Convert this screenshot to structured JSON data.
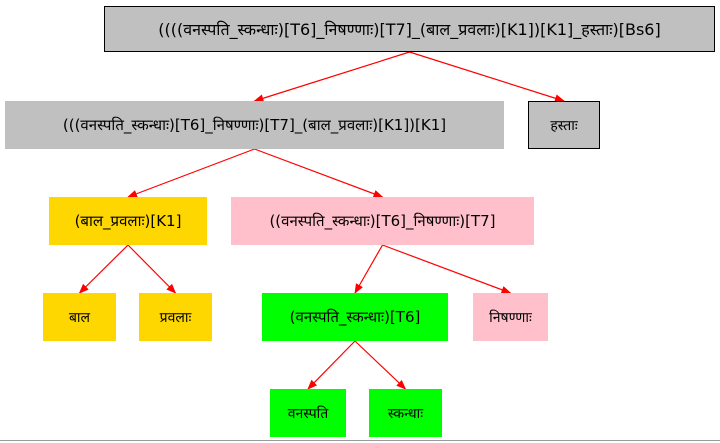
{
  "colors": {
    "edge": "#ff0000",
    "gray": "#c0c0c0",
    "gold": "#ffd700",
    "pink": "#ffc0cb",
    "green": "#00ff00",
    "border": "#000000"
  },
  "nodes": {
    "root": {
      "label": "((((वनस्पति_स्कन्धाः)[T6]_निषण्णाः)[T7]_(बाल_प्रवलाः)[K1])[K1]_हस्ताः)[Bs6]",
      "color": "gray"
    },
    "left_compound": {
      "label": "(((वनस्पति_स्कन्धाः)[T6]_निषण्णाः)[T7]_(बाल_प्रवलाः)[K1])[K1]",
      "color": "gray"
    },
    "hastah": {
      "label": "हस्ताः",
      "color": "gray"
    },
    "bala_pravala": {
      "label": "(बाल_प्रवलाः)[K1]",
      "color": "gold"
    },
    "t7_compound": {
      "label": "((वनस्पति_स्कन्धाः)[T6]_निषण्णाः)[T7]",
      "color": "pink"
    },
    "bala": {
      "label": "बाल",
      "color": "gold"
    },
    "pravalah": {
      "label": "प्रवलाः",
      "color": "gold"
    },
    "t6_compound": {
      "label": "(वनस्पति_स्कन्धाः)[T6]",
      "color": "green"
    },
    "nishannah": {
      "label": "निषण्णाः",
      "color": "pink"
    },
    "vanaspati": {
      "label": "वनस्पति",
      "color": "green"
    },
    "skandhah": {
      "label": "स्कन्धाः",
      "color": "green"
    }
  },
  "edges": [
    [
      "root",
      "left_compound"
    ],
    [
      "root",
      "hastah"
    ],
    [
      "left_compound",
      "bala_pravala"
    ],
    [
      "left_compound",
      "t7_compound"
    ],
    [
      "bala_pravala",
      "bala"
    ],
    [
      "bala_pravala",
      "pravalah"
    ],
    [
      "t7_compound",
      "t6_compound"
    ],
    [
      "t7_compound",
      "nishannah"
    ],
    [
      "t6_compound",
      "vanaspati"
    ],
    [
      "t6_compound",
      "skandhah"
    ]
  ]
}
